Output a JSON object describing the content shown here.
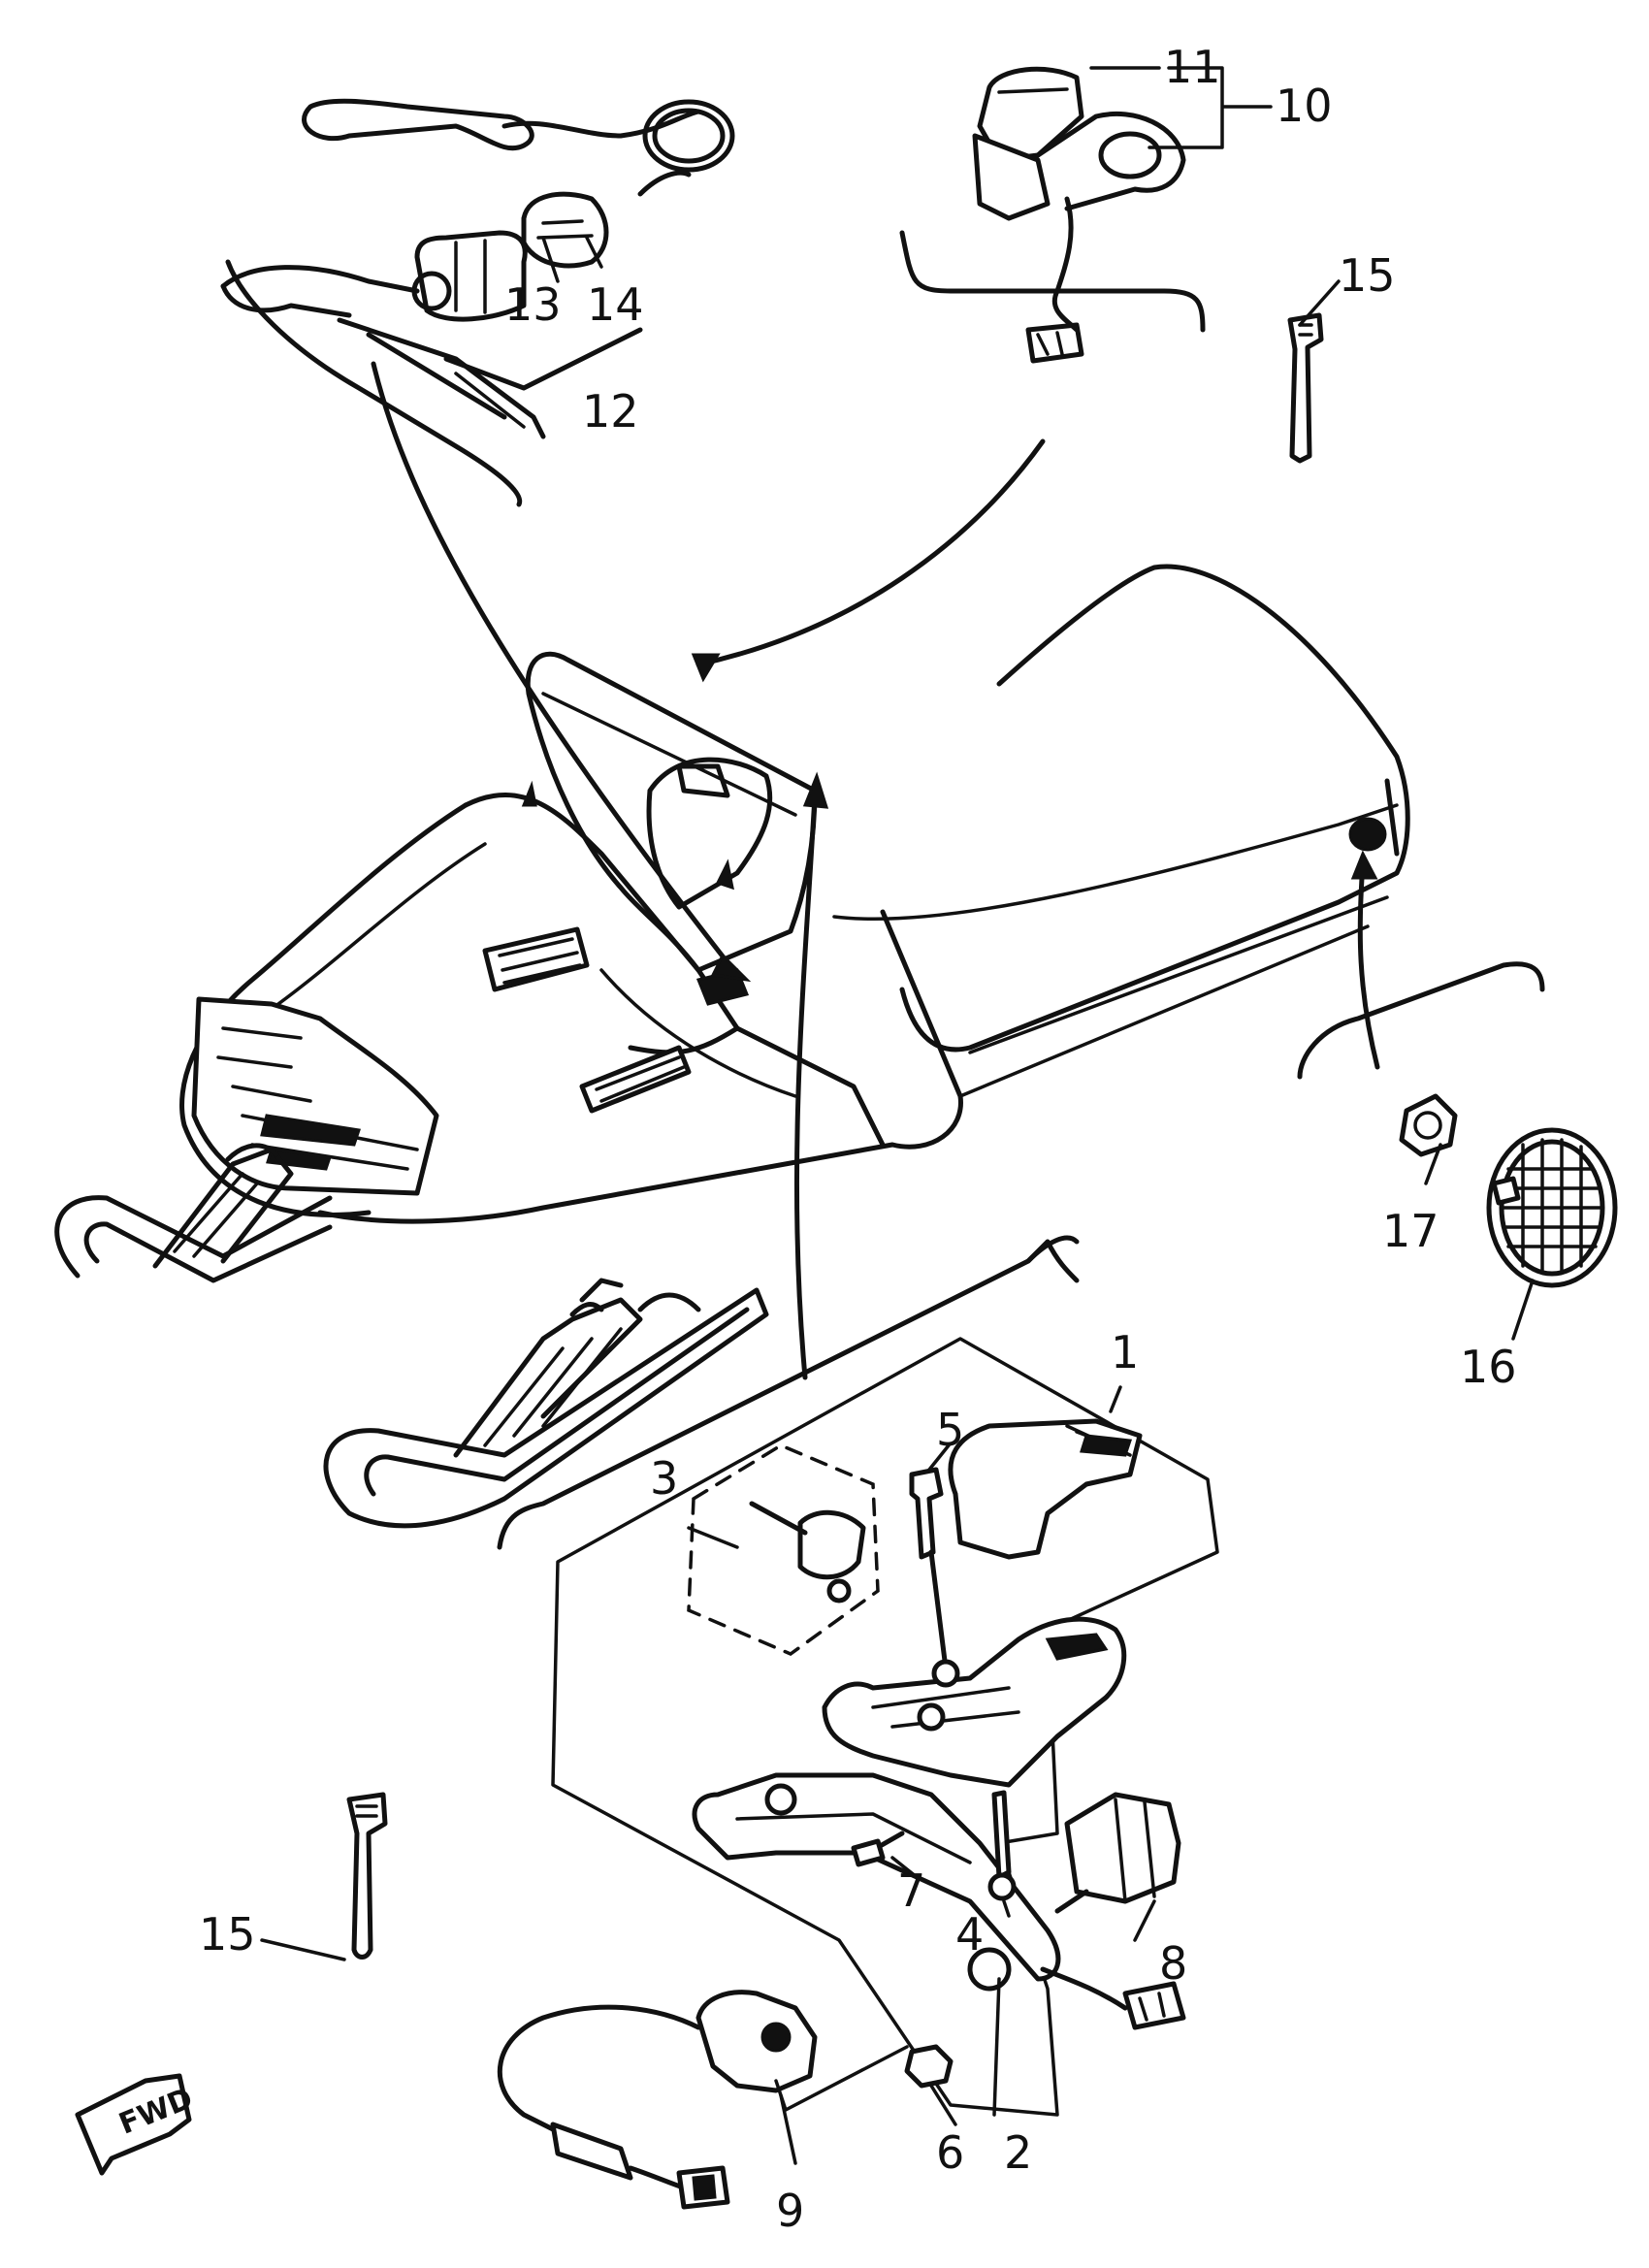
{
  "callouts": {
    "c1": "1",
    "c2": "2",
    "c3": "3",
    "c4": "4",
    "c5": "5",
    "c6": "6",
    "c7": "7",
    "c8": "8",
    "c9": "9",
    "c10": "10",
    "c11": "11",
    "c12": "12",
    "c13": "13",
    "c14": "14",
    "c15_top": "15",
    "c15_bottom": "15",
    "c16": "16",
    "c17": "17"
  },
  "direction_marker": {
    "label": "FWD"
  },
  "colors": {
    "ink": "#111111",
    "paper": "#ffffff"
  }
}
